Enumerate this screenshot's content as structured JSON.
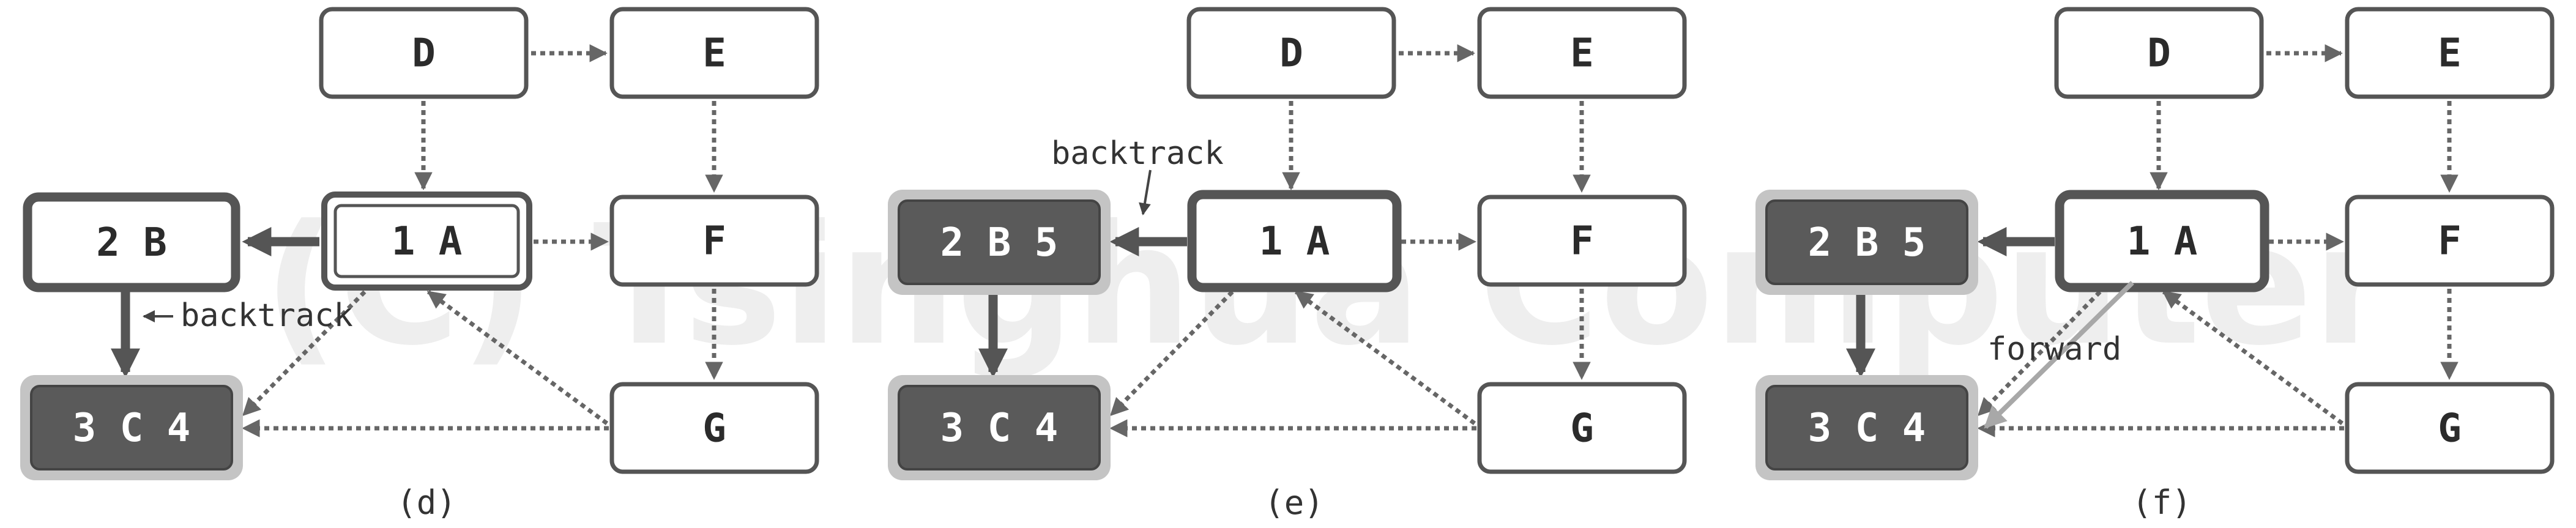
{
  "watermark": "(C) Tsinghua Computer",
  "colors": {
    "box_border": "#555555",
    "box_fill": "#ffffff",
    "dark_fill": "#5a5a5a",
    "dark_halo": "#c4c4c4",
    "dark_text": "#ffffff",
    "text": "#2b2b2b",
    "edge": "#666666",
    "forward": "#a8a8a8"
  },
  "panels": [
    {
      "caption": "(d)",
      "nodes": {
        "D": {
          "label": "D",
          "style": "plain"
        },
        "E": {
          "label": "E",
          "style": "plain"
        },
        "A": {
          "label": "1 A",
          "style": "double"
        },
        "B": {
          "label": "2 B",
          "style": "bold"
        },
        "F": {
          "label": "F",
          "style": "plain"
        },
        "C": {
          "label": "3 C 4",
          "style": "dark"
        },
        "G": {
          "label": "G",
          "style": "plain"
        }
      },
      "annotation": "backtrack"
    },
    {
      "caption": "(e)",
      "nodes": {
        "D": {
          "label": "D",
          "style": "plain"
        },
        "E": {
          "label": "E",
          "style": "plain"
        },
        "A": {
          "label": "1 A",
          "style": "bold"
        },
        "B": {
          "label": "2 B 5",
          "style": "dark"
        },
        "F": {
          "label": "F",
          "style": "plain"
        },
        "C": {
          "label": "3 C 4",
          "style": "dark"
        },
        "G": {
          "label": "G",
          "style": "plain"
        }
      },
      "annotation": "backtrack"
    },
    {
      "caption": "(f)",
      "nodes": {
        "D": {
          "label": "D",
          "style": "plain"
        },
        "E": {
          "label": "E",
          "style": "plain"
        },
        "A": {
          "label": "1 A",
          "style": "bold"
        },
        "B": {
          "label": "2 B 5",
          "style": "dark"
        },
        "F": {
          "label": "F",
          "style": "plain"
        },
        "C": {
          "label": "3 C 4",
          "style": "dark"
        },
        "G": {
          "label": "G",
          "style": "plain"
        }
      },
      "annotation": "forward"
    }
  ]
}
